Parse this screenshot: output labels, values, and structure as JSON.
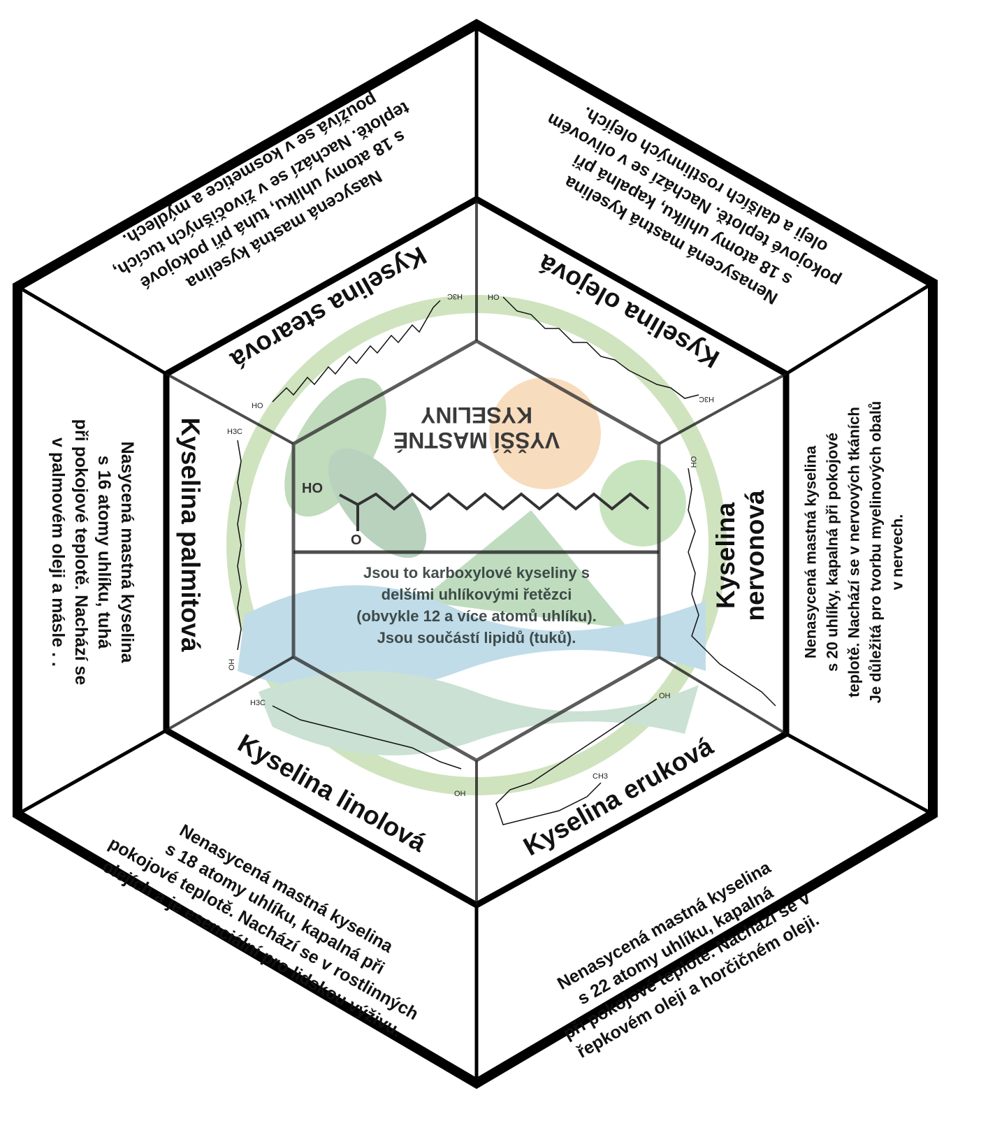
{
  "center": {
    "title_lines": [
      "VYŠŠÍ MASTNÉ",
      "KYSELINY"
    ],
    "formula_labels": {
      "hydroxyl": "HO",
      "oxygen": "O"
    },
    "description_lines": [
      "Jsou to karboxylové kyseliny s",
      "delšími uhlíkovými řetězci",
      "(obvykle 12 a více atomů uhlíku).",
      "Jsou součástí lipidů (tuků)."
    ]
  },
  "sections": {
    "stearic": {
      "title": "Kyselina stearová",
      "lines": [
        "Nasycená mastná kyselina",
        "s 18 atomy uhlíku, tuhá při pokojové",
        "teplotě. Nachází se v živočišných tucích,",
        "používá se v kosmetice a mýdlech."
      ],
      "formula_labels": [
        "HO",
        "H3C"
      ]
    },
    "oleic": {
      "title": "Kyselina olejová",
      "lines": [
        "Nenasycená mastná kyselina",
        "s 18 atomy uhlíku, kapalná při",
        "pokojové teplotě. Nachází se v olivovém",
        "oleji a dalších rostlinných olejích."
      ],
      "formula_labels": [
        "HO",
        "H3C"
      ]
    },
    "palmitic": {
      "title": "Kyselina palmitová",
      "lines": [
        "Nasycená mastná kyselina",
        "s 16 atomy uhlíku, tuhá",
        "při pokojové teplotě. Nachází se",
        "v palmovém oleji a másle . ."
      ],
      "formula_labels": [
        "H3C",
        "HO"
      ]
    },
    "nervonic": {
      "title_lines": [
        "Kyselina",
        "nervonová"
      ],
      "lines": [
        "Nenasycená mastná kyselina",
        "s 20 uhlíky, kapalná při pokojové",
        "teplotě. Nachází se v nervových tkáních",
        "Je důležitá pro tvorbu myelinových obalů",
        "v nervech."
      ],
      "formula_labels": [
        "HO"
      ]
    },
    "linoleic": {
      "title": "Kyselina linolová",
      "lines": [
        "Nenasycená mastná kyselina",
        "s 18 atomy uhlíku, kapalná při",
        "pokojové teplotě. Nachází se v rostlinných",
        "olejích a je esenciální pro lidskou výživu."
      ],
      "formula_labels": [
        "H3C",
        "OH"
      ]
    },
    "erucic": {
      "title": "Kyselina eruková",
      "lines": [
        "Nenasycená mastná kyselina",
        "s 22 atomy uhlíku, kapalná",
        "při pokojové teplotě. Nachází se v",
        "řepkovém oleji a horčičném oleji."
      ],
      "formula_labels": [
        "OH",
        "CH3"
      ]
    }
  },
  "colors": {
    "outline": "#000000",
    "logo_green": "#9cc47a",
    "logo_sun": "#f0b070",
    "logo_water": "#6fa8c8"
  }
}
